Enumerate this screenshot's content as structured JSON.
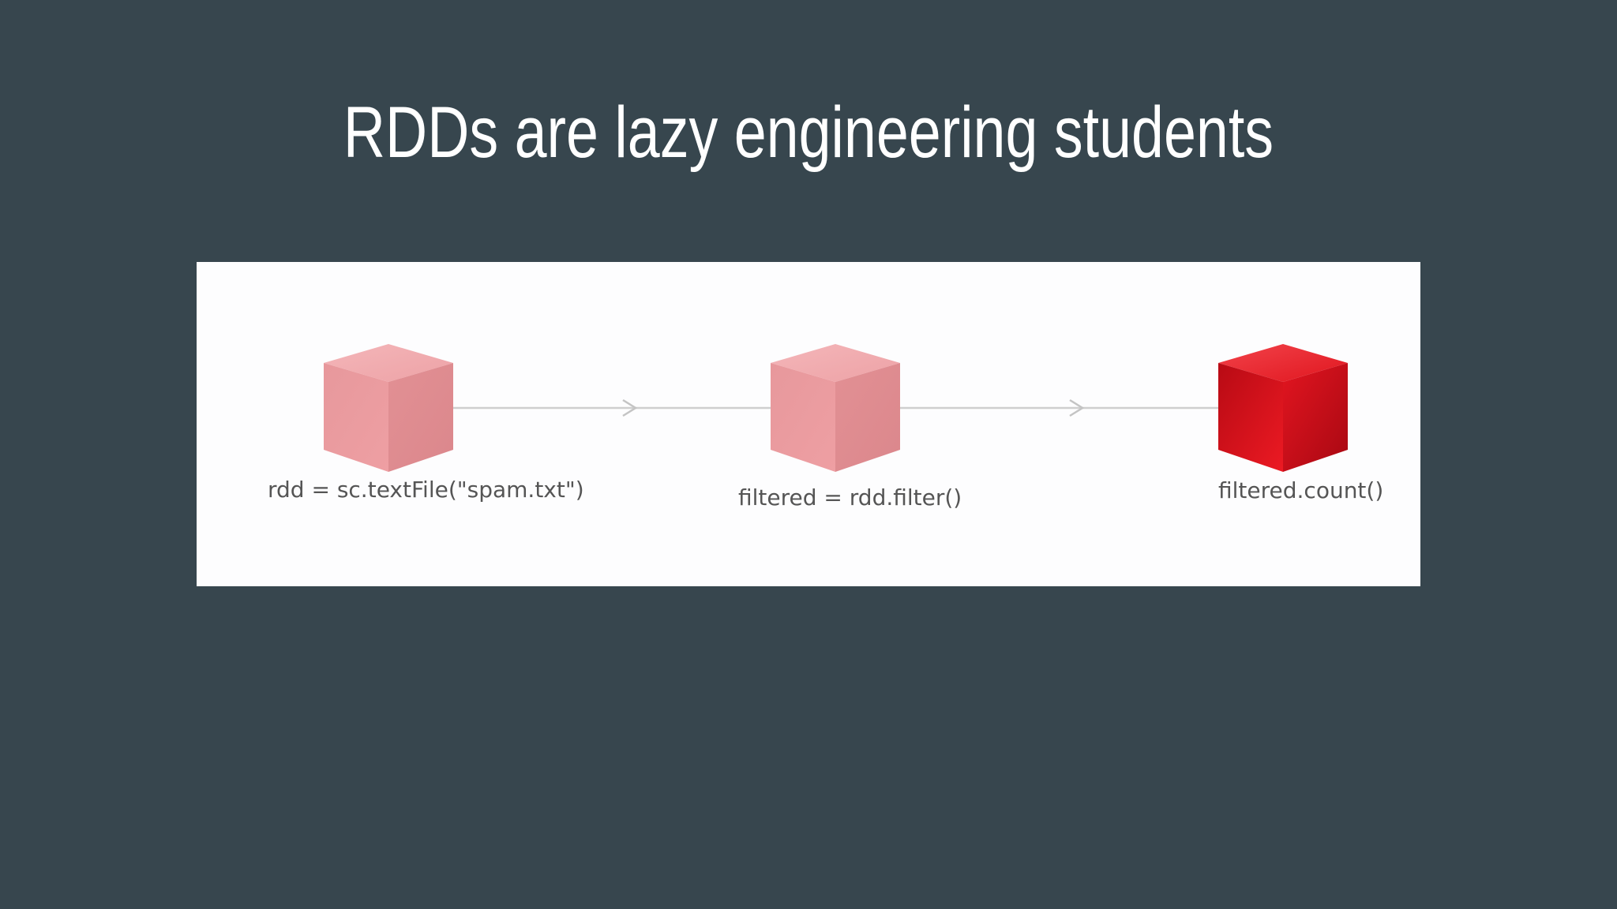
{
  "slide": {
    "title": "RDDs are lazy engineering students"
  },
  "diagram": {
    "nodes": [
      {
        "id": "rdd",
        "label": "rdd = sc.textFile(\"spam.txt\")",
        "state": "lazy",
        "color": "#e8999d"
      },
      {
        "id": "filtered",
        "label": "filtered = rdd.filter()",
        "state": "lazy",
        "color": "#e8999d"
      },
      {
        "id": "count",
        "label": "filtered.count()",
        "state": "evaluated",
        "color": "#d4111b"
      }
    ],
    "edges": [
      {
        "from": "rdd",
        "to": "filtered"
      },
      {
        "from": "filtered",
        "to": "count"
      }
    ],
    "colors": {
      "background": "#37464e",
      "panel": "#fdfdfe",
      "edge": "#cfcfcf",
      "label": "#555555"
    }
  }
}
